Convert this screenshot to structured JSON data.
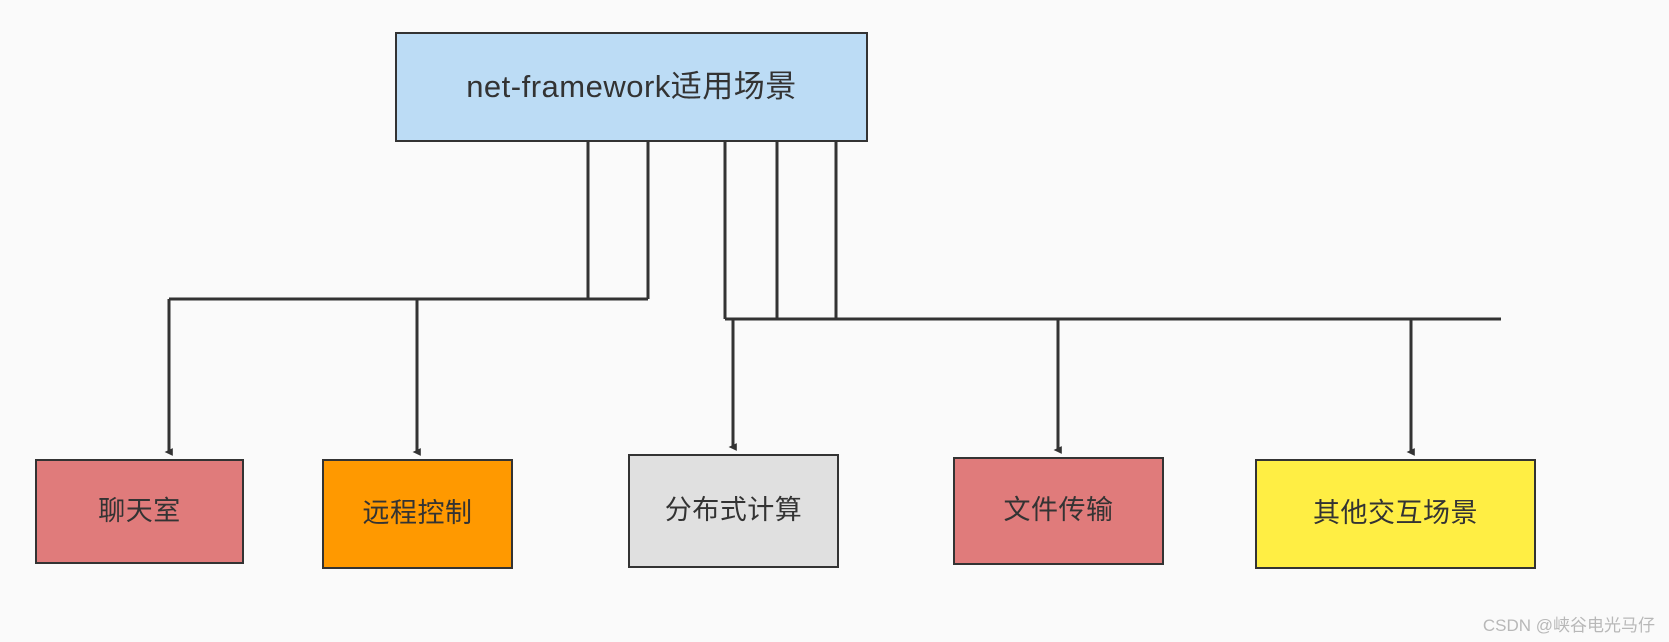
{
  "diagram": {
    "title_node": {
      "label": "net-framework适用场景",
      "fill": "#bcdcf5",
      "stroke": "#333333"
    },
    "leaves": [
      {
        "label": "聊天室",
        "fill": "#e07b7b",
        "stroke": "#333333"
      },
      {
        "label": "远程控制",
        "fill": "#ff9900",
        "stroke": "#333333"
      },
      {
        "label": "分布式计算",
        "fill": "#e0e0e0",
        "stroke": "#333333"
      },
      {
        "label": "文件传输",
        "fill": "#e07b7b",
        "stroke": "#333333"
      },
      {
        "label": "其他交互场景",
        "fill": "#ffee44",
        "stroke": "#333333"
      }
    ],
    "edge_color": "#333333",
    "background": "#fafafa"
  },
  "watermark": {
    "text": "CSDN @峡谷电光马仔"
  }
}
